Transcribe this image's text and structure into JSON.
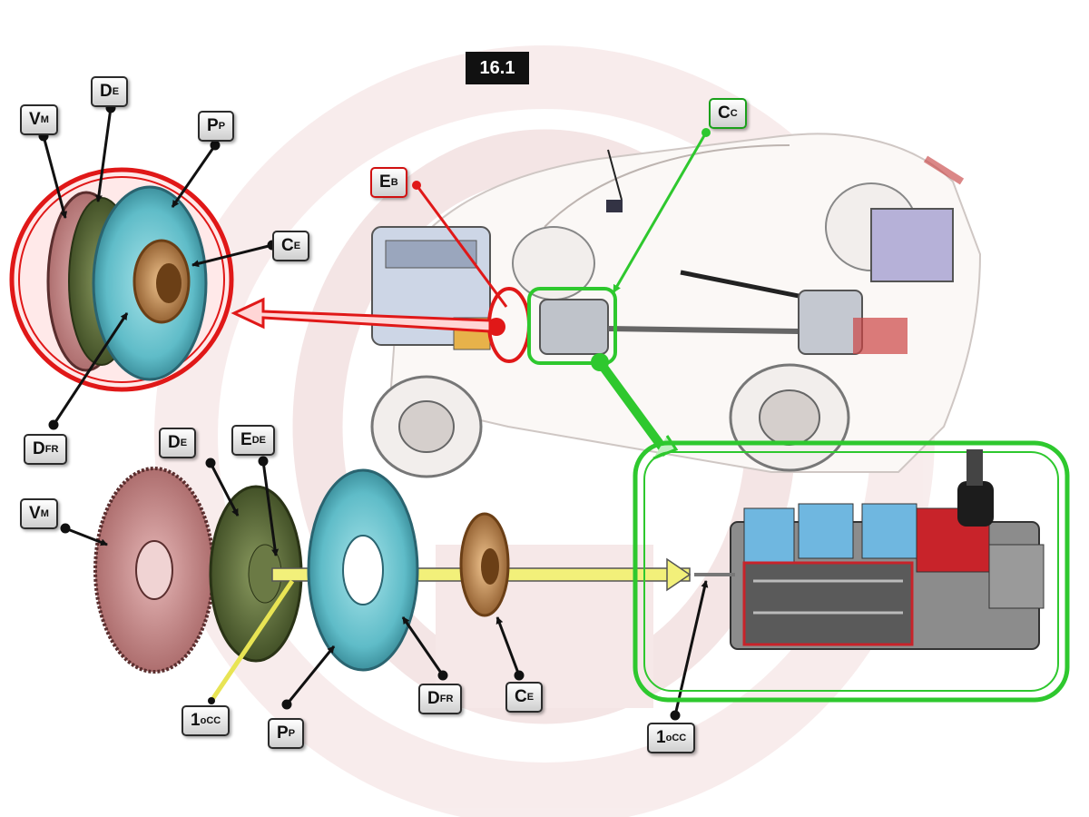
{
  "figure_number": "16.1",
  "labels": {
    "vm_top": {
      "main": "V",
      "sub": "M"
    },
    "de_top": {
      "main": "D",
      "sub": "E"
    },
    "pp_top": {
      "main": "P",
      "sub": "P"
    },
    "ce_top": {
      "main": "C",
      "sub": "E"
    },
    "dfr_top": {
      "main": "D",
      "sub": "FR"
    },
    "eb": {
      "main": "E",
      "sub": "B"
    },
    "cc": {
      "main": "C",
      "sub": "C"
    },
    "vm_bottom": {
      "main": "V",
      "sub": "M"
    },
    "de_bottom": {
      "main": "D",
      "sub": "E"
    },
    "ede_bottom": {
      "main": "E",
      "sub": "DE"
    },
    "first_cc_bottom": {
      "main": "1",
      "sup": "o",
      "sub": "CC"
    },
    "pp_bottom": {
      "main": "P",
      "sub": "P"
    },
    "dfr_bottom": {
      "main": "D",
      "sub": "FR"
    },
    "ce_bottom": {
      "main": "C",
      "sub": "E"
    },
    "first_cc_gearbox": {
      "main": "1",
      "sup": "o",
      "sub": "CC"
    }
  },
  "colors": {
    "highlight_red": "#e01818",
    "highlight_green": "#2ec82e",
    "shaft_yellow": "#f2f07a",
    "pressure_plate": "#5fbcc8",
    "flywheel": "#c98a8a",
    "clutch_disc": "#5a6b3a",
    "bearing": "#c8905a",
    "watermark": "#e9caca"
  }
}
